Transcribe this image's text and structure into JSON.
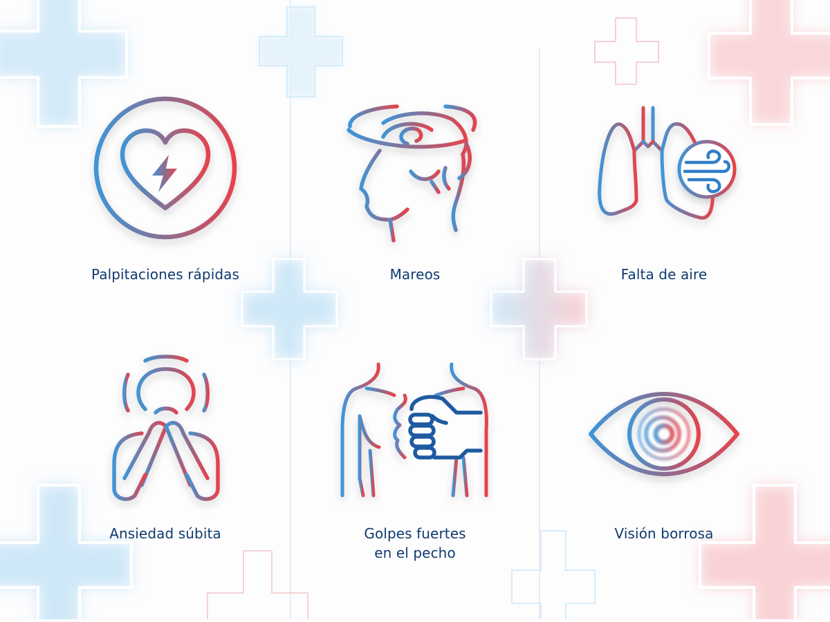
{
  "colors": {
    "blue": "#3f95d6",
    "red": "#e5434c",
    "mid": "#8b6e93",
    "label": "#0f3a6e",
    "fist": "#1e5aa0",
    "cross_blue": "#d4ebf8",
    "cross_red": "#f9d6d8"
  },
  "symptoms": [
    {
      "id": "palpitaciones",
      "label": "Palpitaciones rápidas",
      "icon": "heart-lightning-icon"
    },
    {
      "id": "mareos",
      "label": "Mareos",
      "icon": "dizzy-head-icon"
    },
    {
      "id": "falta-aire",
      "label": "Falta de aire",
      "icon": "lungs-wind-icon"
    },
    {
      "id": "ansiedad",
      "label": "Ansiedad súbita",
      "icon": "anxious-person-icon"
    },
    {
      "id": "golpes",
      "label_line1": "Golpes fuertes",
      "label_line2": "en el pecho",
      "icon": "chest-fist-icon"
    },
    {
      "id": "vision",
      "label": "Visión borrosa",
      "icon": "blurry-eye-icon"
    }
  ]
}
